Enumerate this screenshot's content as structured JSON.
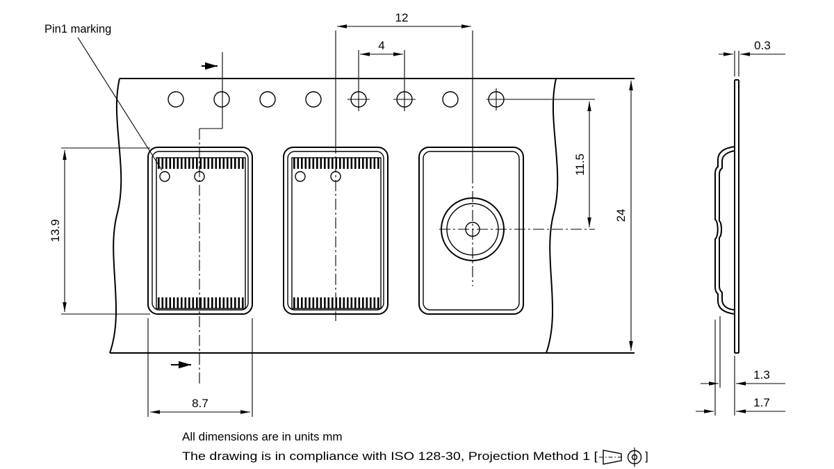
{
  "drawing": {
    "pin1_label": "Pin1 marking",
    "dims": {
      "pocket_pitch": "12",
      "sprocket_pitch": "4",
      "hole_to_pocket_center": "11.5",
      "tape_width": "24",
      "pocket_length": "13.9",
      "pocket_width": "8.7",
      "tape_thickness": "0.3",
      "emboss_step_inner": "1.3",
      "emboss_step_outer": "1.7"
    },
    "notes": {
      "line1": "All dimensions are in units mm",
      "line2_prefix": "The drawing is in compliance with ISO 128-30, Projection Method 1 [",
      "line2_suffix": "]"
    },
    "colors": {
      "ink": "#000000",
      "paper": "#ffffff"
    }
  }
}
